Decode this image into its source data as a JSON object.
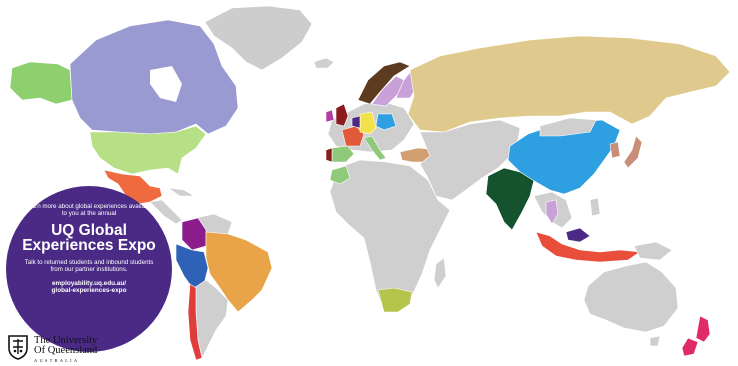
{
  "colors": {
    "base_land": "#cfcfcf",
    "promo_bg": "#4b2a86",
    "canada": "#9a9ad2",
    "greenland": "#cdcdcd",
    "alaska": "#8fd06e",
    "usa": "#b7df86",
    "mexico": "#ef6a3f",
    "colombia": "#8b1e8c",
    "ecuador_peru": "#2e62b6",
    "brazil": "#e9a44a",
    "chile": "#e03c3c",
    "russia": "#e0c98c",
    "china": "#2e9fe0",
    "india": "#14532d",
    "indonesia": "#e84e3a",
    "japan": "#c98e78",
    "new_zealand": "#e02a6a",
    "south_africa": "#b5c44a",
    "europe": [
      "#8a1c20",
      "#e05a3a",
      "#4b2a86",
      "#f2e14a",
      "#2e9fe0",
      "#b23ca0",
      "#5c3b1f",
      "#c9a0d8",
      "#8fc97a",
      "#e05a8a",
      "#d2a070"
    ]
  },
  "promo": {
    "intro": "Learn more about global experiences available to you at the annual",
    "title_line1": "UQ Global",
    "title_line2": "Experiences Expo",
    "talk": "Talk to returned students and inbound students from our partner institutions.",
    "link_line1": "employability.uq.edu.au/",
    "link_line2": "global-experiences-expo"
  },
  "logo": {
    "line1": "The University",
    "line2": "Of Queensland",
    "line3": "AUSTRALIA"
  },
  "icons": {
    "crest": "university-crest-icon"
  }
}
